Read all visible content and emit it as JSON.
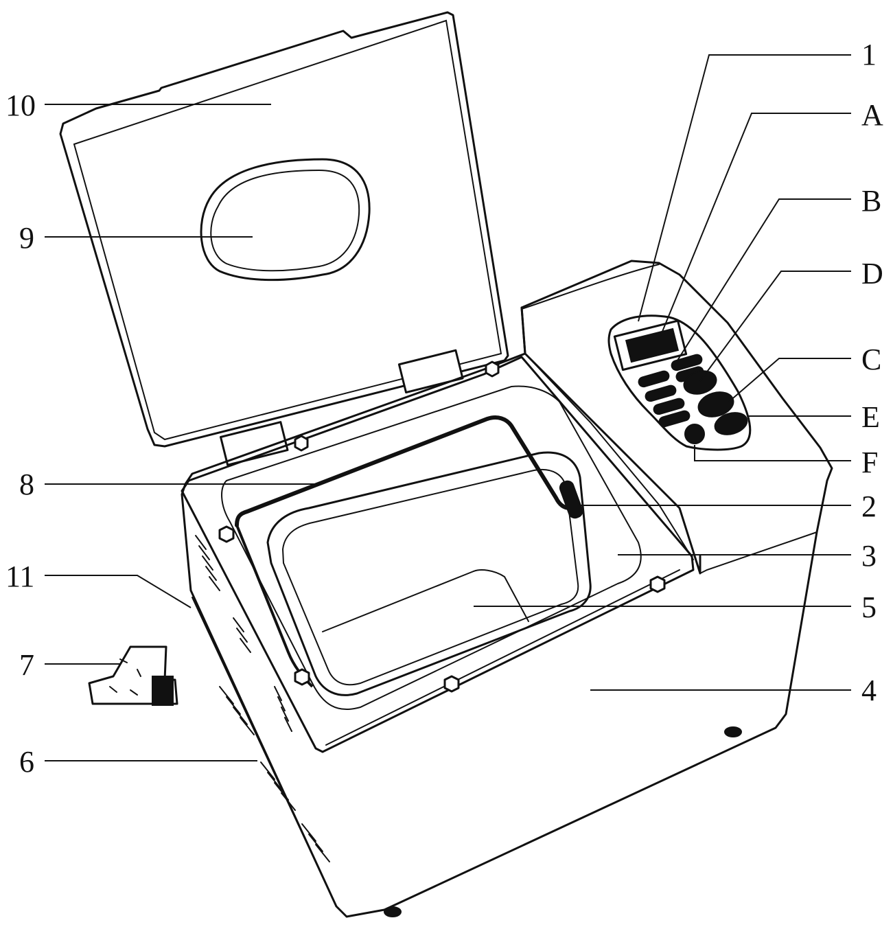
{
  "labels": {
    "l1": "1",
    "lA": "A",
    "lB": "B",
    "lD": "D",
    "lC": "C",
    "lE": "E",
    "lF": "F",
    "l2": "2",
    "l3": "3",
    "l5": "5",
    "l4": "4",
    "l10": "10",
    "l9": "9",
    "l8": "8",
    "l11": "11",
    "l7": "7",
    "l6": "6"
  }
}
